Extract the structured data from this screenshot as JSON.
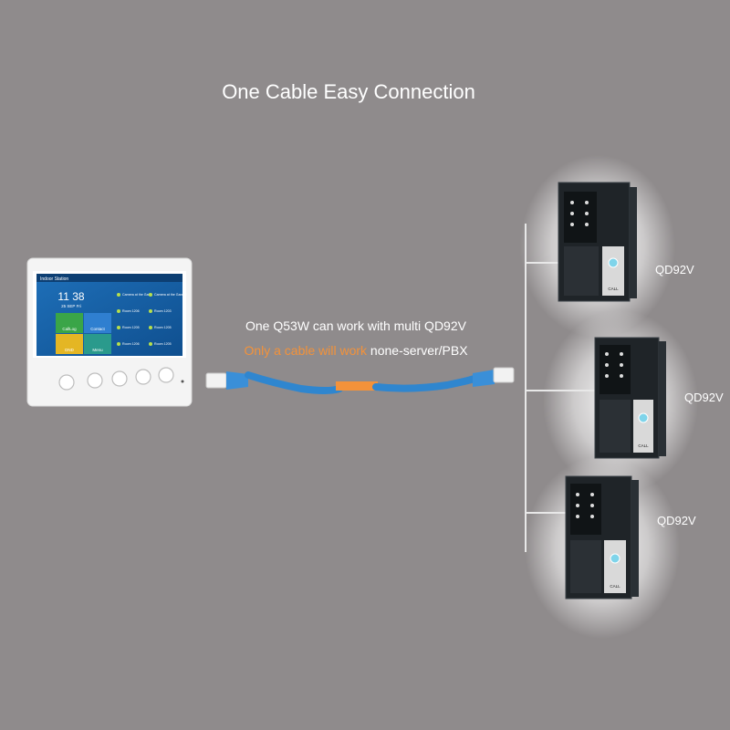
{
  "title": "One Cable Easy Connection",
  "caption_line1": "One Q53W can work with multi QD92V",
  "caption_line2_highlight": "Only a cable will work",
  "caption_line2_rest": " none-server/PBX",
  "colors": {
    "background": "#8f8b8c",
    "cable": "#2f86cf",
    "cable_joint": "#f3923a",
    "highlight_text": "#f3923a",
    "outdoor_panel": "#1f2428"
  },
  "indoor_monitor": {
    "header": "Indoor Station",
    "time": "11 38",
    "date": "25 SEP Fri",
    "tiles": [
      "CallLog",
      "Contact",
      "DND",
      "Menu"
    ],
    "list_items": [
      "Camera at the Gate",
      "Camera at the Garage",
      "Room 1206",
      "Room 1203",
      "Room 1205",
      "Room 1205",
      "Room 1206",
      "Room 1205"
    ]
  },
  "outdoor_units": [
    {
      "label": "QD92V",
      "button_text": "CALL"
    },
    {
      "label": "QD92V",
      "button_text": "CALL"
    },
    {
      "label": "QD92V",
      "button_text": "CALL"
    }
  ]
}
